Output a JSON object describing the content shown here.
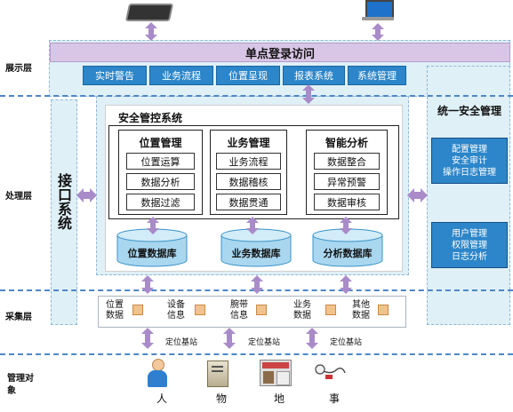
{
  "layers": {
    "presentation": "展示层",
    "processing": "处理层",
    "collection": "采集层",
    "objects": "管理对象"
  },
  "sso_title": "单点登录访问",
  "tabs": [
    "实时警告",
    "业务流程",
    "位置呈现",
    "报表系统",
    "系统管理"
  ],
  "interface_system": "接口系统",
  "security_system": {
    "title": "安全管控系统",
    "groups": [
      {
        "title": "位置管理",
        "items": [
          "位置运算",
          "数据分析",
          "数据过滤"
        ]
      },
      {
        "title": "业务管理",
        "items": [
          "业务流程",
          "数据稽核",
          "数据贯通"
        ]
      },
      {
        "title": "智能分析",
        "items": [
          "数据整合",
          "异常预警",
          "数据审核"
        ]
      }
    ],
    "databases": [
      "位置数据库",
      "业务数据库",
      "分析数据库"
    ]
  },
  "unified_security": {
    "title": "统一安全管理",
    "box1": [
      "配置管理",
      "安全审计",
      "操作日志管理"
    ],
    "box2": [
      "用户管理",
      "权限管理",
      "日志分析"
    ]
  },
  "collection_items": [
    [
      "位置",
      "数据"
    ],
    [
      "设备",
      "信息"
    ],
    [
      "腕带",
      "信息"
    ],
    [
      "业务",
      "数据"
    ],
    [
      "其他",
      "数据"
    ]
  ],
  "base_stations": [
    "定位基站",
    "定位基站",
    "定位基站"
  ],
  "objects": [
    "人",
    "物",
    "地",
    "事"
  ],
  "colors": {
    "accent_blue": "#2c86c9",
    "sso_purple": "#d9c6e6",
    "arrow_purple": "#a98bc9",
    "panel_teal": "#dff0f6",
    "dash_blue": "#4f86c6"
  }
}
